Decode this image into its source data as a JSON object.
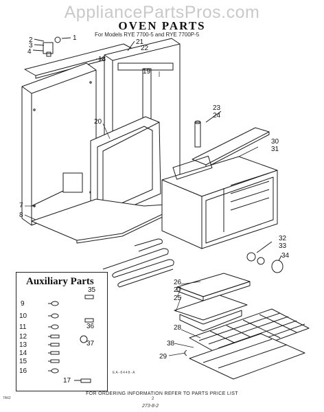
{
  "watermark": "AppliancePartsPros.com",
  "title": "OVEN PARTS",
  "subtitle": "For Models RYE 7700-5 and RYE 7700P-5",
  "auxiliary_title": "Auxiliary Parts",
  "footer": "FOR ORDERING INFORMATION REFER TO PARTS PRICE LIST",
  "page_number": "2",
  "code_bottom": "273-8-2",
  "code_left": "7A62",
  "diagram_code": "EA-8448-A",
  "callouts": [
    {
      "id": "c1",
      "label": "1"
    },
    {
      "id": "c2",
      "label": "2"
    },
    {
      "id": "c3",
      "label": "3"
    },
    {
      "id": "c4",
      "label": "4"
    },
    {
      "id": "c18",
      "label": "18"
    },
    {
      "id": "c21",
      "label": "21"
    },
    {
      "id": "c22",
      "label": "22"
    },
    {
      "id": "c19",
      "label": "19"
    },
    {
      "id": "c20",
      "label": "20"
    },
    {
      "id": "c23",
      "label": "23"
    },
    {
      "id": "c24",
      "label": "24"
    },
    {
      "id": "c30",
      "label": "30"
    },
    {
      "id": "c31",
      "label": "31"
    },
    {
      "id": "c7",
      "label": "7"
    },
    {
      "id": "c8",
      "label": "8"
    },
    {
      "id": "c32",
      "label": "32"
    },
    {
      "id": "c33",
      "label": "33"
    },
    {
      "id": "c34",
      "label": "34"
    },
    {
      "id": "c26",
      "label": "26"
    },
    {
      "id": "c27",
      "label": "27"
    },
    {
      "id": "c25",
      "label": "25"
    },
    {
      "id": "c28",
      "label": "28"
    },
    {
      "id": "c38",
      "label": "38"
    },
    {
      "id": "c29",
      "label": "29"
    },
    {
      "id": "c9",
      "label": "9"
    },
    {
      "id": "c10",
      "label": "10"
    },
    {
      "id": "c11",
      "label": "11"
    },
    {
      "id": "c12",
      "label": "12"
    },
    {
      "id": "c13",
      "label": "13"
    },
    {
      "id": "c14",
      "label": "14"
    },
    {
      "id": "c15",
      "label": "15"
    },
    {
      "id": "c16",
      "label": "16"
    },
    {
      "id": "c17",
      "label": "17"
    },
    {
      "id": "c35",
      "label": "35"
    },
    {
      "id": "c36",
      "label": "36"
    },
    {
      "id": "c37",
      "label": "37"
    }
  ]
}
